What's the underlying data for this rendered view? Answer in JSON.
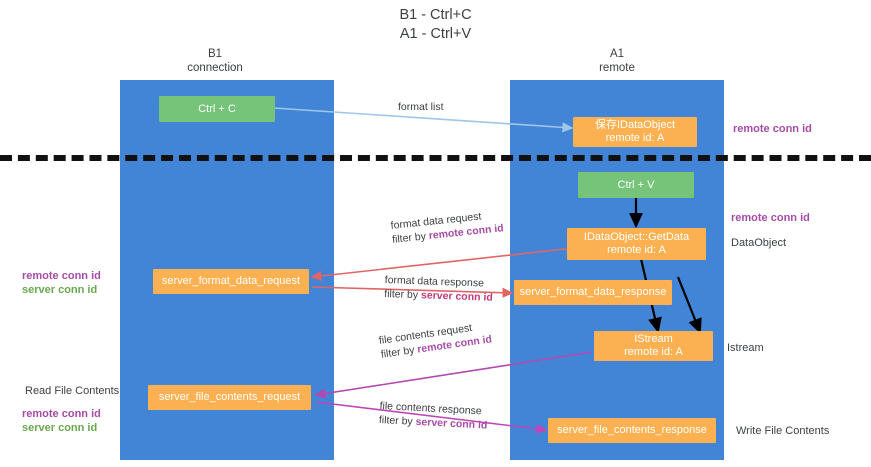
{
  "title": {
    "line1": "B1 - Ctrl+C",
    "line2": "A1 - Ctrl+V"
  },
  "columns": [
    {
      "name": "B1",
      "sub": "connection"
    },
    {
      "name": "A1",
      "sub": "remote"
    }
  ],
  "nodes": {
    "ctrl_c": {
      "label": "Ctrl + C",
      "color": "#76c479"
    },
    "ctrl_v": {
      "label": "Ctrl + V",
      "color": "#76c479"
    },
    "save_idataobject": {
      "line1": "保存IDataObject",
      "line2": "remote id: A"
    },
    "getdata": {
      "line1": "IDataObject::GetData",
      "line2": "remote id: A"
    },
    "istream": {
      "line1": "IStream",
      "line2": "remote id: A"
    },
    "server_format_data_request": {
      "label": "server_format_data_request"
    },
    "server_format_data_response": {
      "label": "server_format_data_response"
    },
    "server_file_contents_request": {
      "label": "server_file_contents_request"
    },
    "server_file_contents_response": {
      "label": "server_file_contents_response"
    }
  },
  "edge_labels": {
    "format_list": "format list",
    "format_data_request": "format data request",
    "format_data_request_filter_prefix": "filter by ",
    "format_data_request_filter_key": "remote conn id",
    "format_data_response": "format data response",
    "format_data_response_filter_prefix": "filter by ",
    "format_data_response_filter_key": "server conn id",
    "file_contents_request": "file contents request",
    "file_contents_request_filter_prefix": "filter by ",
    "file_contents_request_filter_key": "remote conn id",
    "file_contents_response": "file contents response",
    "file_contents_response_filter_prefix": "filter by ",
    "file_contents_response_filter_key": "server conn id"
  },
  "side_labels": {
    "right_remote_conn_id_top": "remote conn id",
    "right_remote_conn_id_mid": "remote conn id",
    "right_dataobject": "DataObject",
    "right_istream": "Istream",
    "right_write_file_contents": "Write File Contents",
    "left_remote_conn_id_mid": "remote conn id",
    "left_server_conn_id_mid": "server conn id",
    "left_read_file_contents": "Read File Contents",
    "left_remote_conn_id_bottom": "remote conn id",
    "left_server_conn_id_bottom": "server conn id"
  },
  "colors": {
    "lane": "#4285d6",
    "node_orange": "#fbb151",
    "node_green": "#76c479",
    "arrow_blue": "#9fc5e8",
    "arrow_red": "#e06666",
    "arrow_black": "#000000",
    "arrow_purple": "#b04ab0",
    "arrow_magenta": "#c045b8",
    "purple_text": "#a64ca6",
    "green_text": "#6aa84f",
    "divider": "#111111"
  }
}
